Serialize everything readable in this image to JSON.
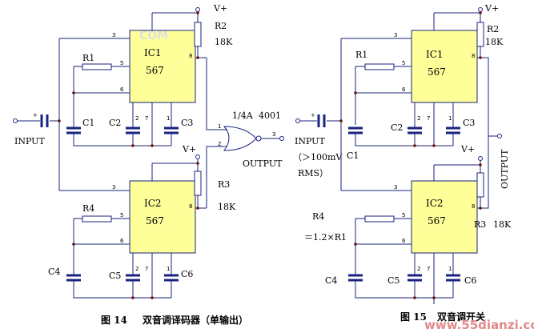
{
  "watermark": {
    "top": "COM",
    "bottom": "www.55dianzi.com"
  },
  "fig14": {
    "caption_num": "图 14",
    "caption_text": "双音调译码器（单输出）",
    "ic1": {
      "name": "IC1",
      "part": "567"
    },
    "ic2": {
      "name": "IC2",
      "part": "567"
    },
    "vplus1": "V+",
    "vplus2": "V+",
    "r1": "R1",
    "r2": "R2",
    "r2_value": "18K",
    "r3": "R3",
    "r3_value": "18K",
    "r4": "R4",
    "c1": "C1",
    "c2": "C2",
    "c3": "C3",
    "c4": "C4",
    "c5": "C5",
    "c6": "C6",
    "input": "INPUT",
    "gate_name": "1/4A",
    "gate_part": "4001",
    "output": "OUTPUT",
    "pins": {
      "p3": "3",
      "p5": "5",
      "p6": "6",
      "p8": "8",
      "p2": "2",
      "p7": "7",
      "p1": "1",
      "g1": "1",
      "g2": "2",
      "g3": "3"
    }
  },
  "fig15": {
    "caption_num": "图 15",
    "caption_text": "双音调开关",
    "ic1": {
      "name": "IC1",
      "part": "567"
    },
    "ic2": {
      "name": "IC2",
      "part": "567"
    },
    "vplus1": "V+",
    "vplus2": "V+",
    "r1": "R1",
    "r2": "R2",
    "r2_value": "18K",
    "r3": "R3",
    "r3_value": "18K",
    "r4": "R4",
    "r4_value": "＝1.2×R1",
    "c1": "C1",
    "c2": "C2",
    "c3": "C3",
    "c4": "C4",
    "c5": "C5",
    "c6": "C6",
    "input": "INPUT",
    "input_note": "（＞100mV",
    "input_note2": "RMS）",
    "output": "OUTPUT",
    "pins": {
      "p3": "3",
      "p5": "5",
      "p6": "6",
      "p8": "8",
      "p2": "2",
      "p7": "7",
      "p1": "1"
    }
  }
}
